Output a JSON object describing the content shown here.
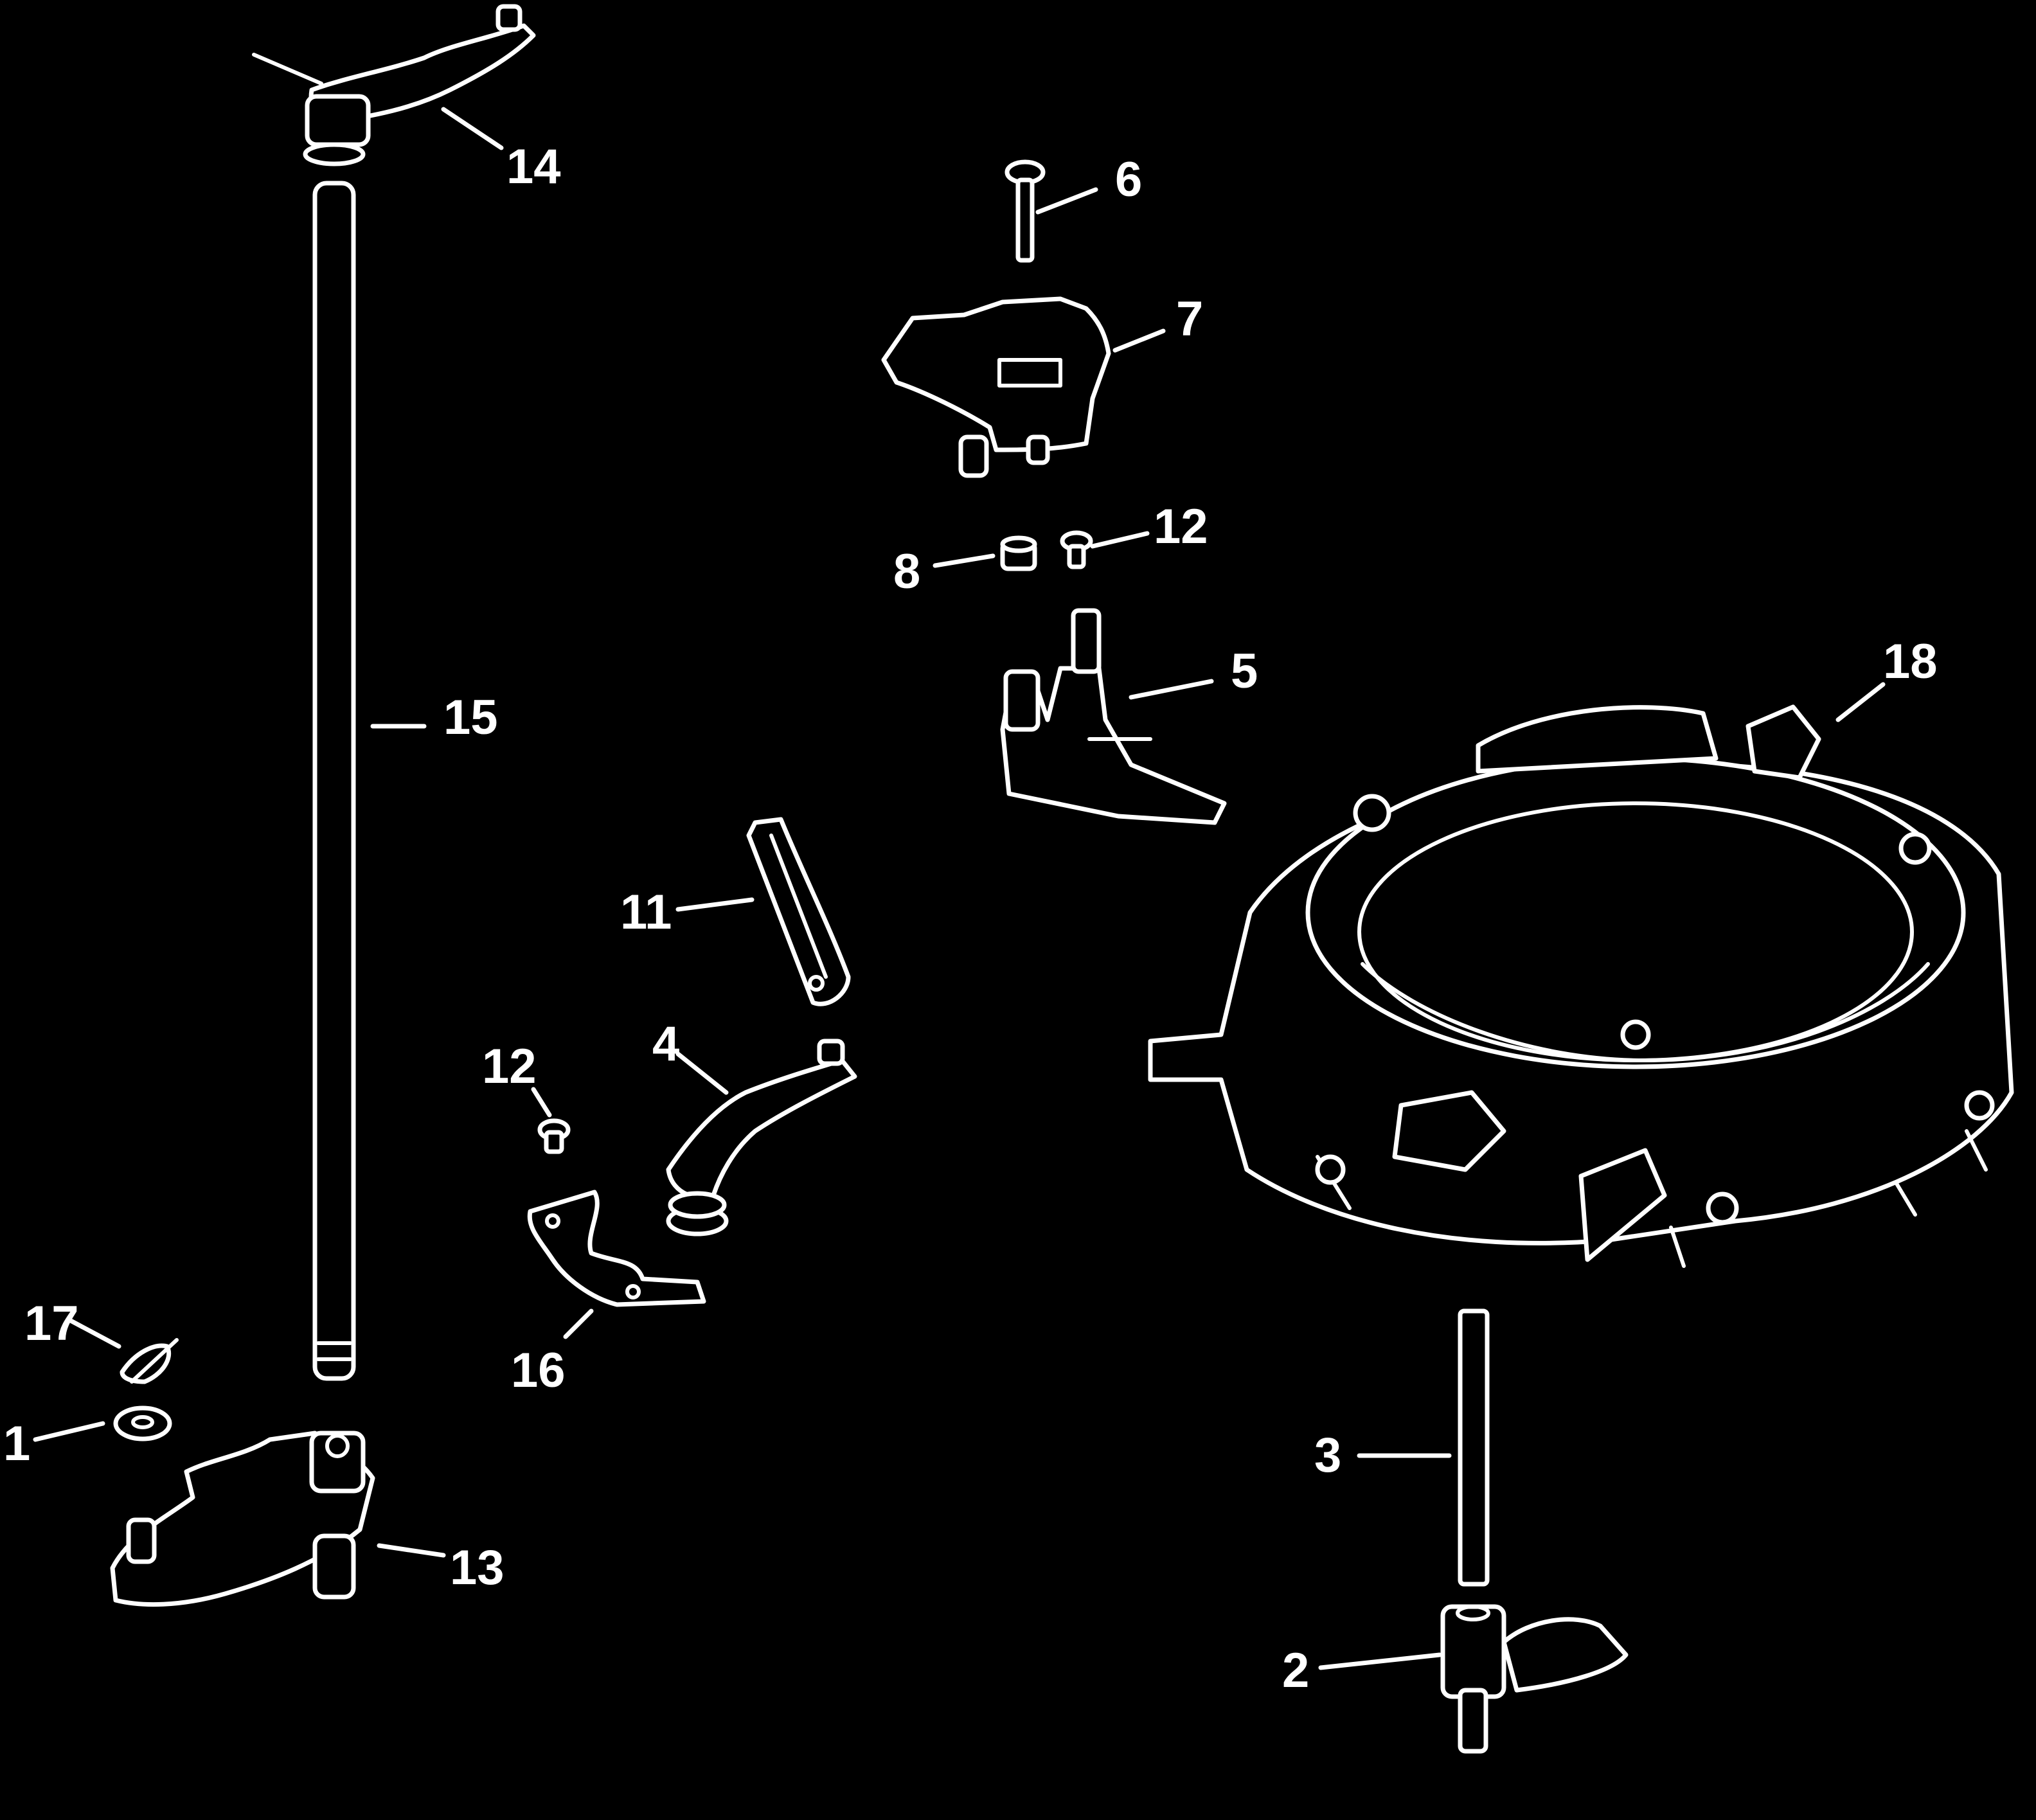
{
  "diagram": {
    "background": "#000000",
    "line_color": "#ffffff",
    "callouts": {
      "c1": "1",
      "c2": "2",
      "c3": "3",
      "c4": "4",
      "c5": "5",
      "c6": "6",
      "c7": "7",
      "c8": "8",
      "c11": "11",
      "c12a": "12",
      "c12b": "12",
      "c13": "13",
      "c14": "14",
      "c15": "15",
      "c16": "16",
      "c17": "17",
      "c18": "18"
    }
  }
}
